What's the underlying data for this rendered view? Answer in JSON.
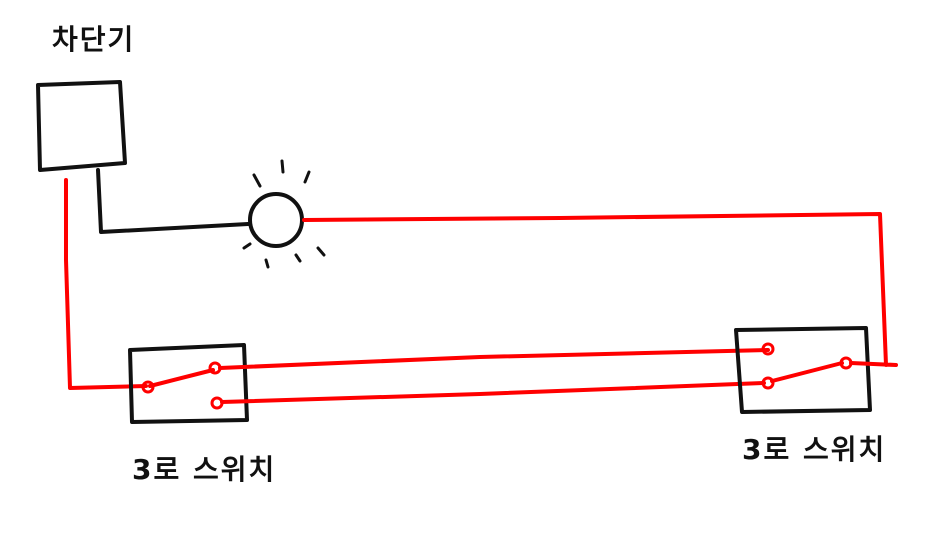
{
  "labels": {
    "breaker": "차단기",
    "switch_left": "3로 스위치",
    "switch_right": "3로 스위치"
  },
  "colors": {
    "hot_wire": "#ff0000",
    "neutral_wire": "#111111",
    "background": "#ffffff"
  }
}
